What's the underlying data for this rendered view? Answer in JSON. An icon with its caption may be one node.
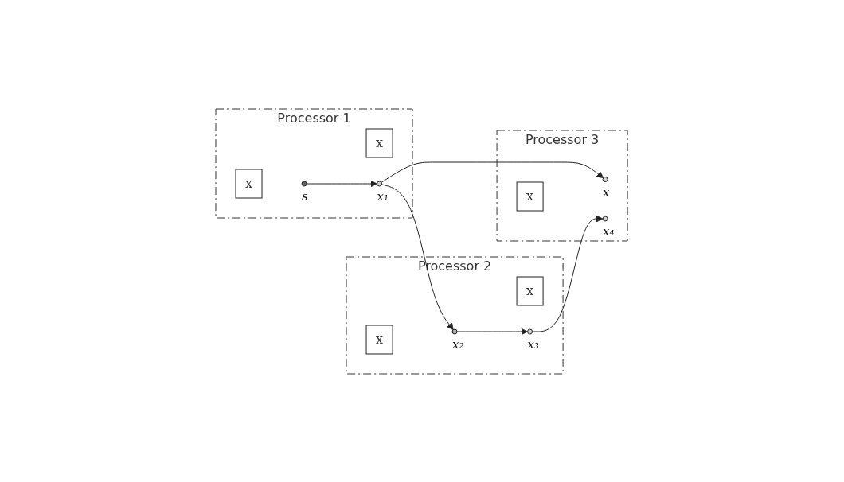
{
  "diagram": {
    "nodes": [
      {
        "text": [
          "Processor 1"
        ]
      },
      {
        "text": [
          "x"
        ],
        "in": 0
      },
      {
        "text": [
          "x"
        ],
        "in": 0
      },
      {
        "text": [],
        "shape": "circle",
        "beside": [
          "s"
        ],
        "in": 0
      },
      {
        "text": [],
        "shape": "circle",
        "beside": [
          "x₁"
        ],
        "in": 0
      },
      {
        "text": [
          "Processor 2"
        ]
      },
      {
        "text": [
          "x"
        ],
        "in": 5
      },
      {
        "text": [
          "x"
        ],
        "in": 5
      },
      {
        "text": [],
        "shape": "circle",
        "beside": [
          "x₂"
        ],
        "in": 5
      },
      {
        "text": [],
        "shape": "circle",
        "beside": [
          "x₃"
        ],
        "in": 5
      },
      {
        "text": [
          "Processor 3"
        ]
      },
      {
        "text": [
          "x"
        ],
        "in": 10
      },
      {
        "text": [],
        "shape": "circle",
        "beside": [
          "x"
        ],
        "in": 10
      },
      {
        "text": [],
        "shape": "circle",
        "beside": [
          "x₄"
        ],
        "in": 10
      }
    ],
    "edges": [
      {
        "from": 3,
        "to": 4,
        "arrow": "to"
      },
      {
        "from": 4,
        "to": 8,
        "arrow": "to"
      },
      {
        "from": 8,
        "to": 9,
        "arrow": "to"
      },
      {
        "from": 4,
        "to": 12,
        "arrow": "to"
      },
      {
        "from": 9,
        "to": 13,
        "arrow": "to"
      }
    ]
  }
}
